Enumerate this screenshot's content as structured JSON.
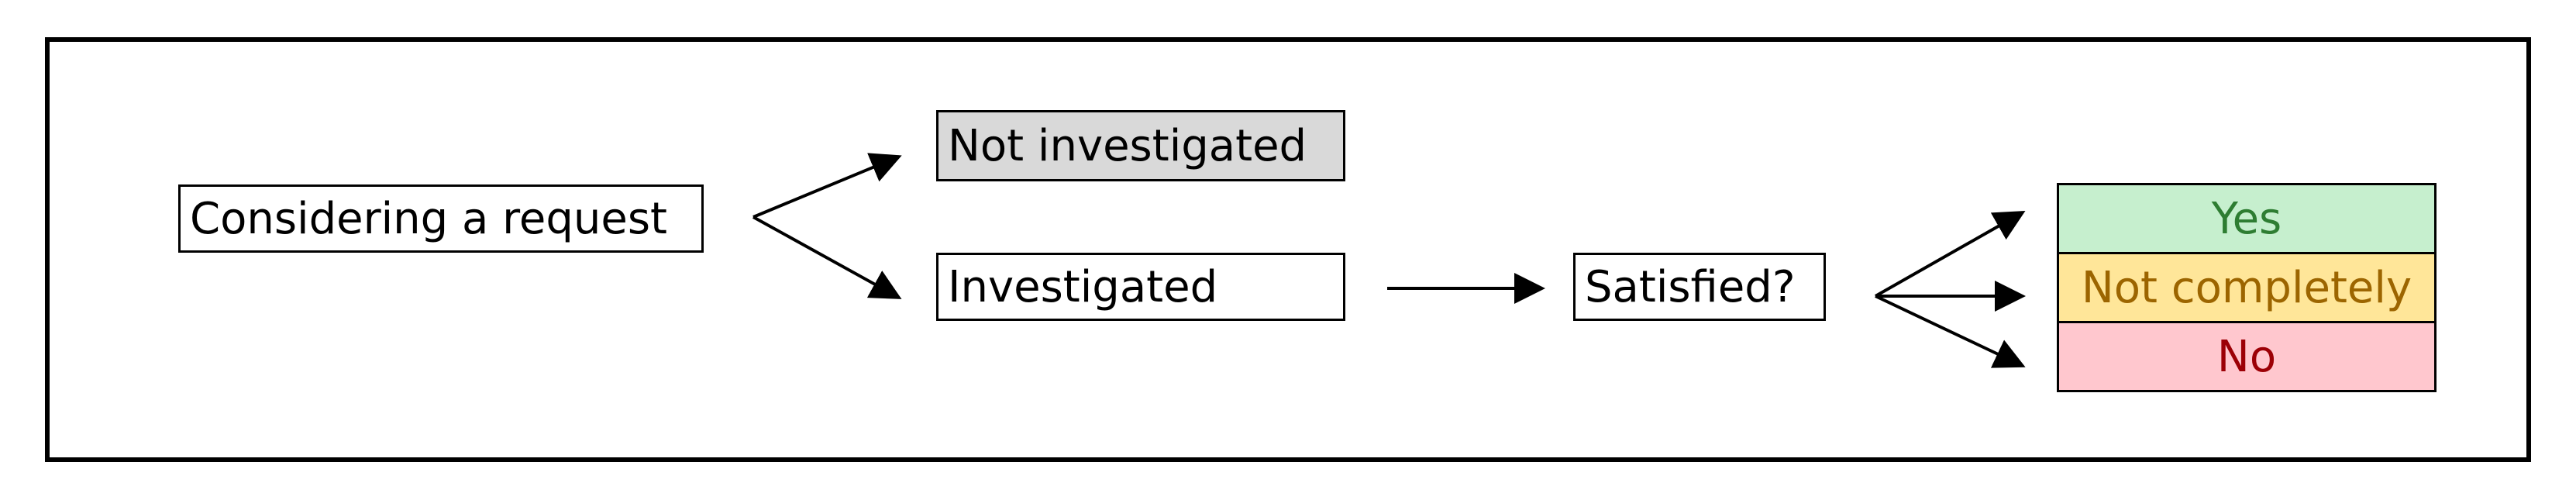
{
  "nodes": {
    "considering": {
      "label": "Considering a request"
    },
    "not_investigated": {
      "label": "Not investigated",
      "fill": "#d9d9d9"
    },
    "investigated": {
      "label": "Investigated"
    },
    "satisfied": {
      "label": "Satisfied?"
    },
    "yes": {
      "label": "Yes",
      "fill": "#c6efce",
      "text_color": "#2e7d32"
    },
    "not_completely": {
      "label": "Not completely",
      "fill": "#ffe699",
      "text_color": "#9c6500"
    },
    "no": {
      "label": "No",
      "fill": "#ffc7ce",
      "text_color": "#9c0006"
    }
  },
  "edges": [
    {
      "from": "Considering a request",
      "to": "Not investigated"
    },
    {
      "from": "Considering a request",
      "to": "Investigated"
    },
    {
      "from": "Investigated",
      "to": "Satisfied?"
    },
    {
      "from": "Satisfied?",
      "to": "Yes"
    },
    {
      "from": "Satisfied?",
      "to": "Not completely"
    },
    {
      "from": "Satisfied?",
      "to": "No"
    }
  ]
}
